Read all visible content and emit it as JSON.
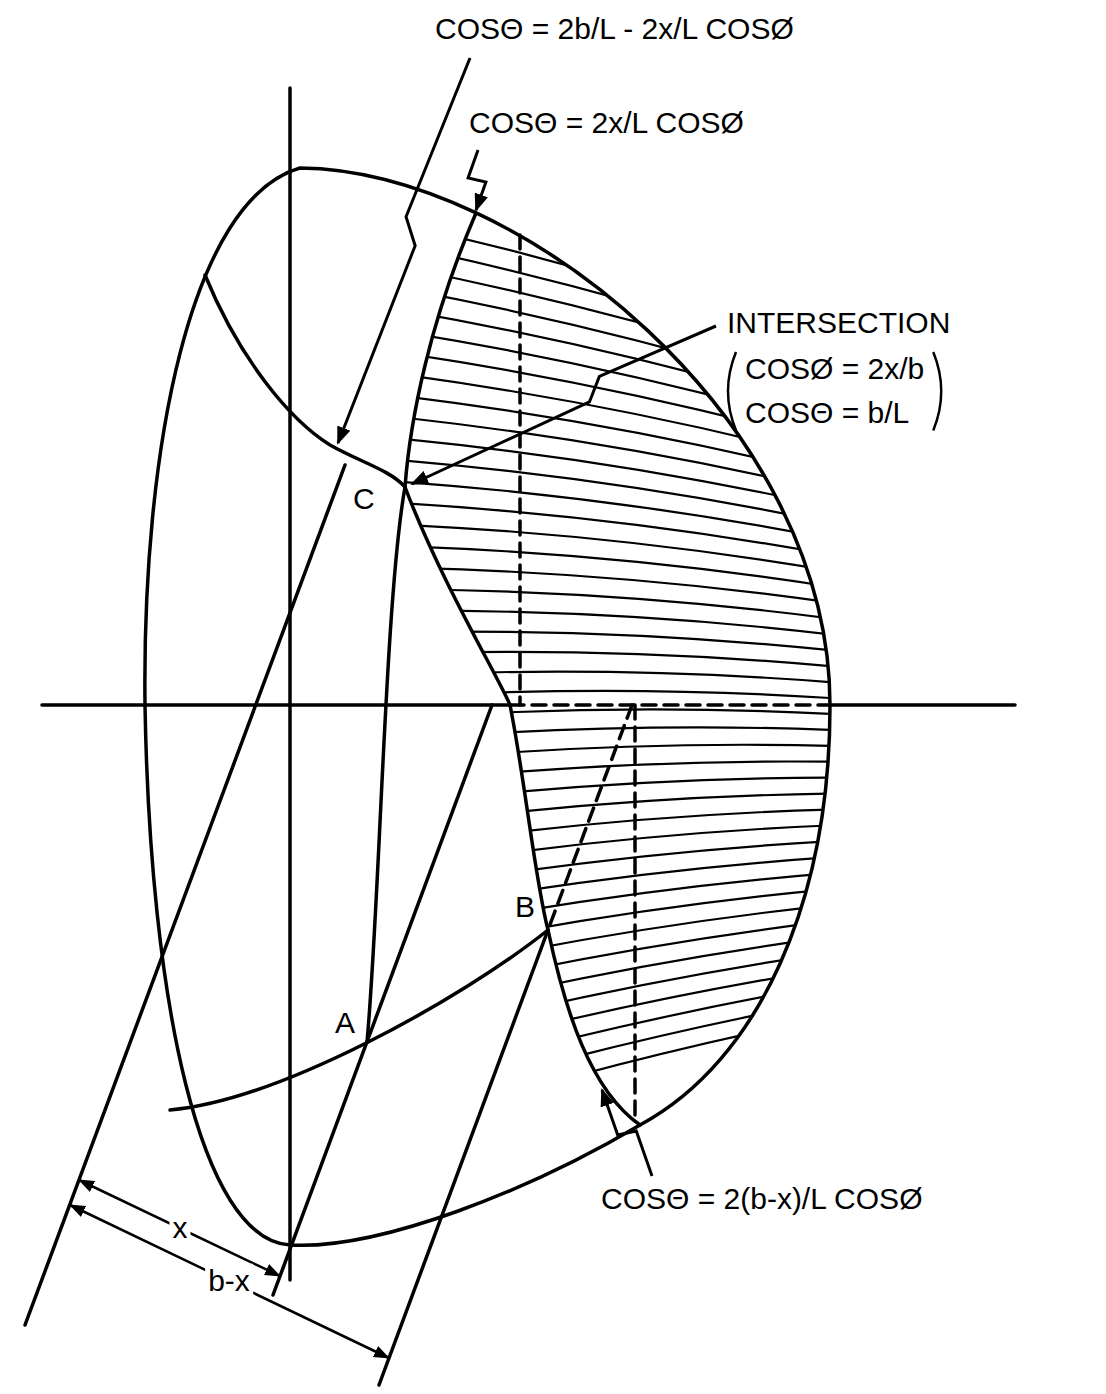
{
  "diagram": {
    "labels": [
      "COSΘ = 2b/L - 2x/L COSØ",
      "COSΘ = 2x/L COSØ",
      "INTERSECTION",
      "COSØ = 2x/b",
      "COSΘ = b/L",
      "C",
      "A",
      "B",
      "COSΘ = 2(b-x)/L COSØ",
      "x",
      "b-x"
    ]
  }
}
